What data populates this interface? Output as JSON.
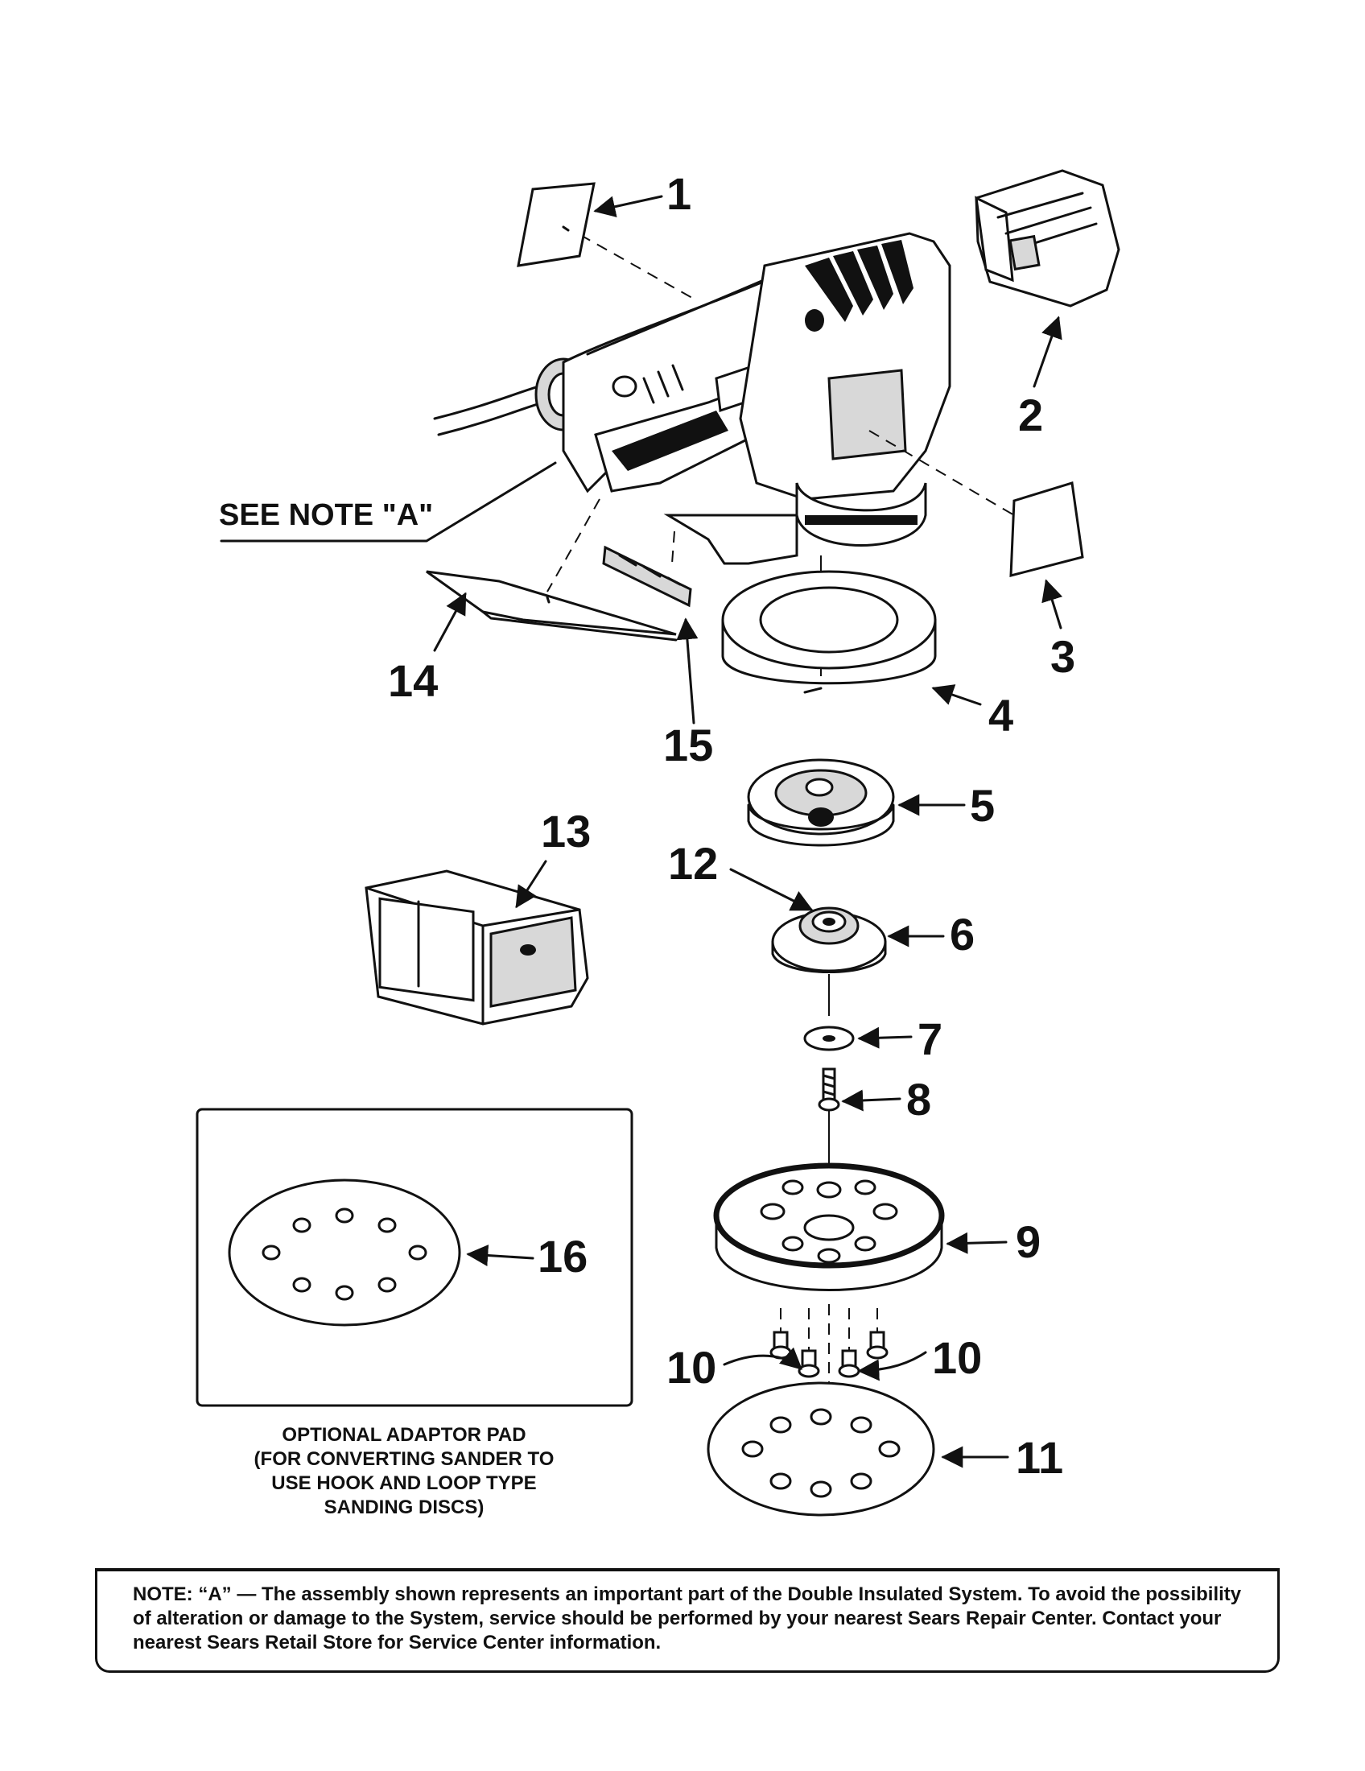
{
  "diagram": {
    "callouts": [
      "1",
      "2",
      "3",
      "4",
      "5",
      "6",
      "7",
      "8",
      "9",
      "10",
      "10",
      "11",
      "12",
      "13",
      "14",
      "15",
      "16"
    ],
    "see_note": "SEE NOTE \"A\"",
    "caption_lines": [
      "OPTIONAL ADAPTOR PAD",
      "(FOR CONVERTING SANDER TO",
      "USE HOOK AND LOOP TYPE",
      "SANDING DISCS)"
    ]
  },
  "note": {
    "text": "NOTE: “A” — The assembly shown represents an important part of the Double Insulated System. To avoid the possibility of alteration or damage to the System, service should be performed by your nearest Sears Repair Center. Contact your nearest Sears Retail Store for Service Center information."
  }
}
